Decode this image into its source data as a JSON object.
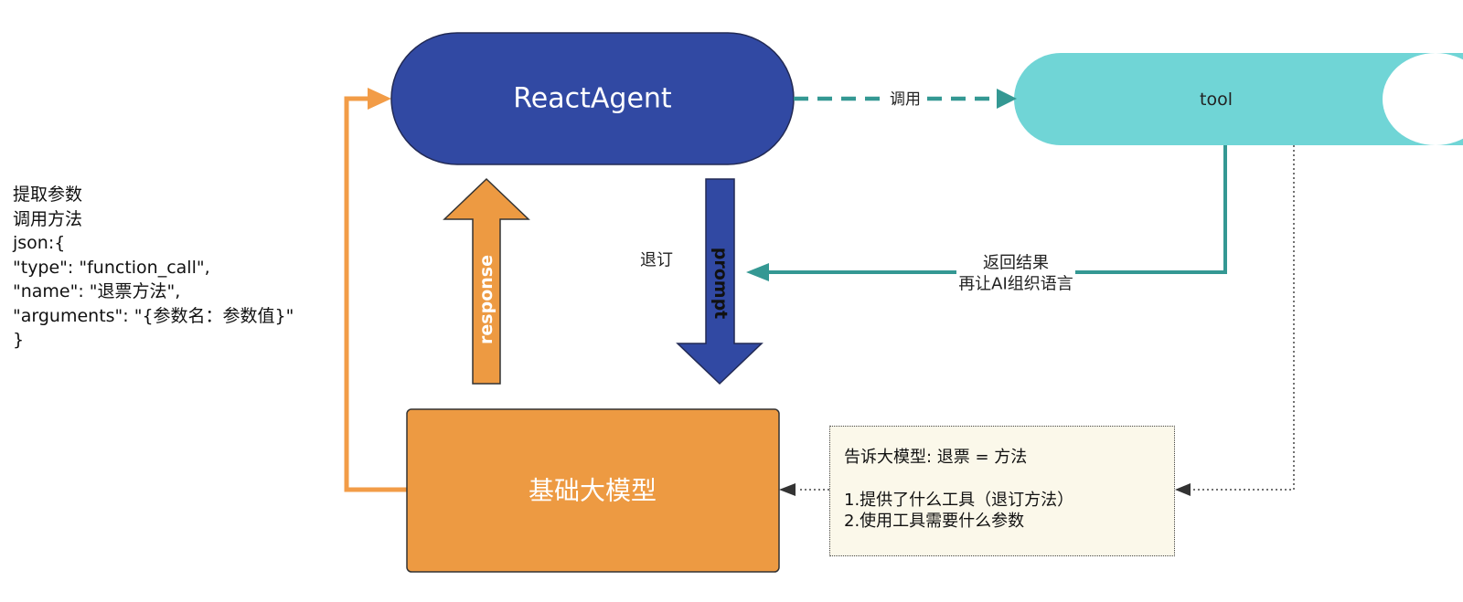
{
  "nodes": {
    "react_agent": "ReactAgent",
    "tool": "tool",
    "base_model": "基础大模型"
  },
  "edges": {
    "call": "调用",
    "return_line1": "返回结果",
    "return_line2": "再让AI组织语言",
    "refund": "退订",
    "prompt": "prompt",
    "response": "response"
  },
  "side_note": {
    "lines": [
      "提取参数",
      "调用方法",
      "json:{",
      "\"type\": \"function_call\",",
      "\"name\": \"退票方法\",",
      "\"arguments\": \"{参数名：参数值}\"",
      "}"
    ]
  },
  "info_box": {
    "line1": "告诉大模型: 退票 = 方法",
    "line2": "1.提供了什么工具（退订方法）",
    "line3": "2.使用工具需要什么参数"
  },
  "colors": {
    "agent_blue": "#3149a3",
    "tool_cyan": "#70d5d6",
    "model_orange": "#ed9a42",
    "teal_line": "#349893",
    "orange_line": "#f29c47"
  }
}
